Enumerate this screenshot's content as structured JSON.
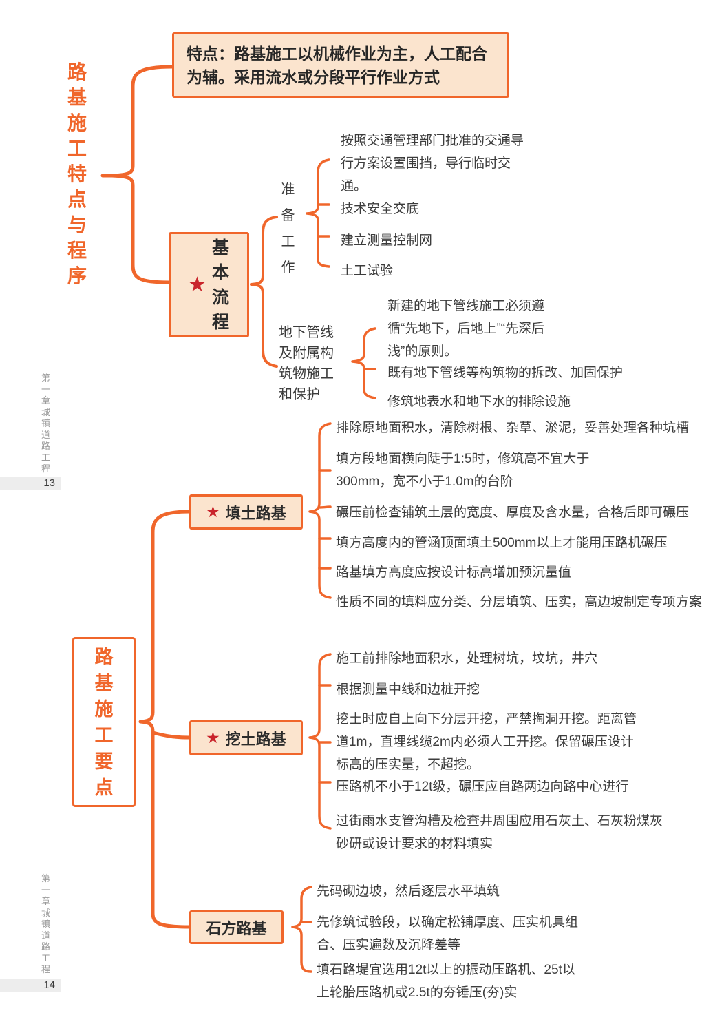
{
  "colors": {
    "accent_orange": "#F0662B",
    "node_fill": "#FBE4CE",
    "star_red": "#C9242B",
    "body_text": "#3C3C3C",
    "sidebar_gray": "#9A9A9A",
    "band_gray": "#EDEDED"
  },
  "icons": {
    "star": "★"
  },
  "sidebar": {
    "top": {
      "chapter": "第一章城镇道路工程",
      "page": "13"
    },
    "bottom": {
      "chapter": "第一章城镇道路工程",
      "page": "14"
    }
  },
  "map1": {
    "title": "路基施工特点与程序",
    "feature": "特点：路基施工以机械作业为主，人工配合为辅。采用流水或分段平行作业方式",
    "flow": {
      "label": "基本流程",
      "prep": {
        "label": "准备工作",
        "items": [
          "按照交通管理部门批准的交通导行方案设置围挡，导行临时交通。",
          "技术安全交底",
          "建立测量控制网",
          "土工试验"
        ]
      },
      "pipeline": {
        "label": "地下管线及附属构筑物施工和保护",
        "items": [
          "新建的地下管线施工必须遵循“先地下，后地上”“先深后浅”的原则。",
          "既有地下管线等构筑物的拆改、加固保护",
          "修筑地表水和地下水的排除设施"
        ]
      }
    }
  },
  "map2": {
    "title": "路基施工要点",
    "fill": {
      "label": "填土路基",
      "items": [
        "排除原地面积水，清除树根、杂草、淤泥，妥善处理各种坑槽",
        "填方段地面横向陡于1:5时，修筑高不宜大于300mm，宽不小于1.0m的台阶",
        "碾压前检查铺筑土层的宽度、厚度及含水量，合格后即可碾压",
        "填方高度内的管涵顶面填土500mm以上才能用压路机碾压",
        "路基填方高度应按设计标高增加预沉量值",
        "性质不同的填料应分类、分层填筑、压实，高边坡制定专项方案"
      ]
    },
    "cut": {
      "label": "挖土路基",
      "items": [
        "施工前排除地面积水，处理树坑，坟坑，井穴",
        "根据测量中线和边桩开挖",
        "挖土时应自上向下分层开挖，严禁掏洞开挖。距离管道1m，直埋线缆2m内必须人工开挖。保留碾压设计标高的压实量，不超挖。",
        "压路机不小于12t级，碾压应自路两边向路中心进行",
        "过街雨水支管沟槽及检查井周围应用石灰土、石灰粉煤灰砂研或设计要求的材料填实"
      ]
    },
    "rock": {
      "label": "石方路基",
      "items": [
        "先码砌边坡，然后逐层水平填筑",
        "先修筑试验段，以确定松铺厚度、压实机具组合、压实遍数及沉降差等",
        "填石路堤宜选用12t以上的振动压路机、25t以上轮胎压路机或2.5t的夯锤压(夯)实"
      ]
    }
  }
}
